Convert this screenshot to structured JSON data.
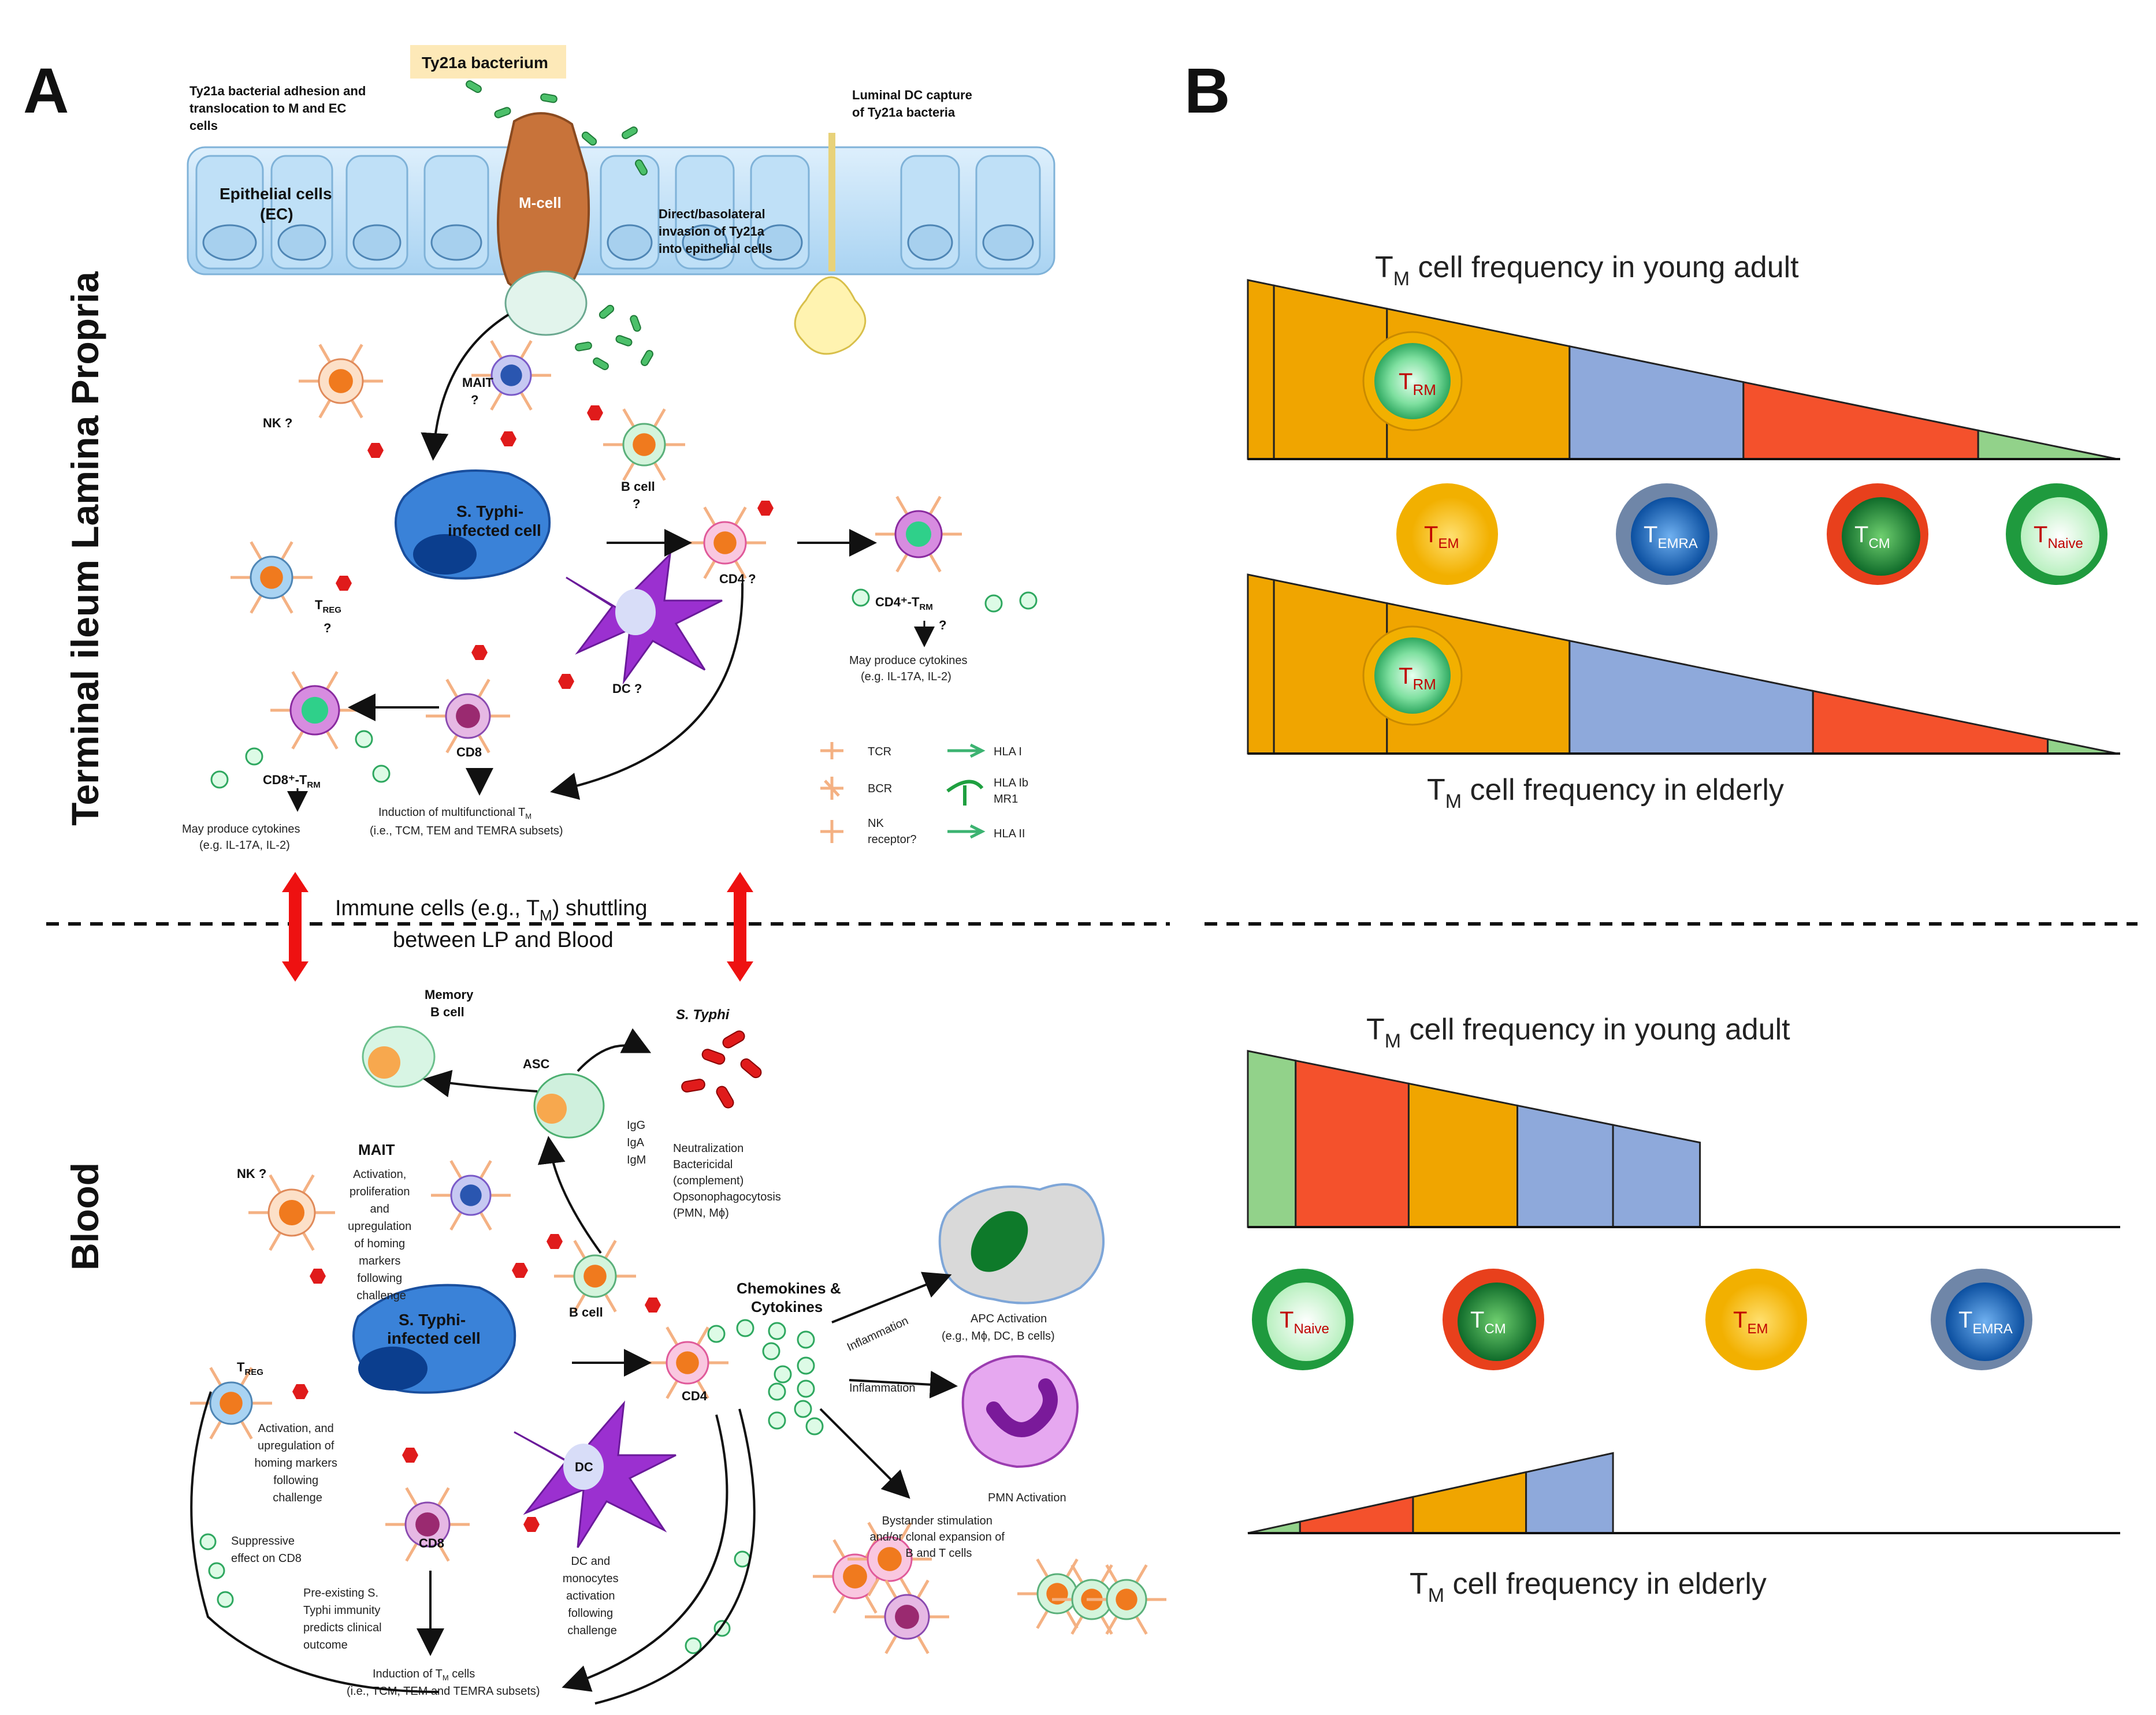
{
  "panel_a": {
    "letter": "A",
    "side_label_top": "Terminal ileum Lamina Propria",
    "side_label_bottom": "Blood",
    "bacterium_box": "Ty21a bacterium",
    "adhesion_line1": "Ty21a bacterial adhesion and",
    "adhesion_line2": "translocation to M and EC",
    "adhesion_line3": "cells",
    "luminal_line1": "Luminal DC capture",
    "luminal_line2": "of Ty21a bacteria",
    "epithelial_line1": "Epithelial cells",
    "epithelial_line2": "(EC)",
    "mcell": "M-cell",
    "invasion_line1": "Direct/basolateral",
    "invasion_line2": "invasion of Ty21a",
    "invasion_line3": "into epithelial cells",
    "lp": {
      "nk": "NK ?",
      "mait_line1": "MAIT",
      "mait_line2": "?",
      "bcell_line1": "B cell",
      "bcell_line2": "?",
      "infected_line1": "S. Typhi-",
      "infected_line2": "infected cell",
      "treg": "T",
      "treg_sub": "REG",
      "treg_q": "?",
      "cd4": "CD4 ?",
      "cd8": "CD8",
      "dc": "DC ?",
      "cd4trm": "CD4⁺-T",
      "cd4trm_sub": "RM",
      "cd8trm": "CD8⁺-T",
      "cd8trm_sub": "RM",
      "may_produce": "May produce cytokines",
      "may_produce_eg": "(e.g. IL-17A, IL-2)",
      "may_produce_r": "May produce cytokines",
      "may_produce_eg_r": "(e.g. IL-17A, IL-2)",
      "induction_line1": "Induction of multifunctional T",
      "induction_sub": "M",
      "induction_line2": "(i.e., TCM, TEM and TEMRA subsets)"
    },
    "legend": {
      "tcr": "TCR",
      "bcr": "BCR",
      "nk_line1": "NK",
      "nk_line2": "receptor?",
      "hla1": "HLA I",
      "hla1b_line1": "HLA Ib",
      "hla1b_line2": "MR1",
      "hla2": "HLA II"
    },
    "shuttle_line1": "Immune cells (e.g., T",
    "shuttle_sub": "M",
    "shuttle_line1_end": ") shuttling",
    "shuttle_line2": "between LP and Blood",
    "blood": {
      "memory_line1": "Memory",
      "memory_line2": "B cell",
      "asc": "ASC",
      "styphi": "S. Typhi",
      "igg": "IgG",
      "iga": "IgA",
      "igm": "IgM",
      "neut_lines": [
        "Neutralization",
        "Bactericidal",
        "(complement)",
        "Opsonophagocytosis",
        "(PMN, Mϕ)"
      ],
      "nk": "NK  ?",
      "mait": "MAIT",
      "mait_desc": [
        "Activation,",
        "proliferation",
        "and",
        "upregulation",
        "of homing",
        "markers",
        "following",
        "challenge"
      ],
      "bcell": "B cell",
      "infected_line1": "S. Typhi-",
      "infected_line2": "infected cell",
      "treg": "T",
      "treg_sub": "REG",
      "treg_desc": [
        "Activation, and",
        "upregulation of",
        "homing markers",
        "following",
        "challenge"
      ],
      "cd4": "CD4",
      "cd8": "CD8",
      "dc": "DC",
      "dc_desc": [
        "DC and",
        "monocytes",
        "activation",
        "following",
        "challenge"
      ],
      "suppressive": [
        "Suppressive",
        "effect on CD8"
      ],
      "preexisting": [
        "Pre-existing S.",
        "Typhi immunity",
        "predicts clinical",
        "outcome"
      ],
      "chemokines_line1": "Chemokines &",
      "chemokines_line2": "Cytokines",
      "inflammation1": "Inflammation",
      "inflammation2": "Inflammation",
      "apc_line1": "APC Activation",
      "apc_line2": "(e.g., Mϕ, DC, B cells)",
      "pmn": "PMN Activation",
      "bystander": [
        "Bystander stimulation",
        "and/or clonal expansion of",
        "B and T cells"
      ],
      "induction_line1": "Induction of T",
      "induction_sub": "M",
      "induction_line1_end": " cells",
      "induction_line2": "(i.e., TCM, TEM and TEMRA subsets)"
    }
  },
  "panel_b": {
    "letter": "B",
    "lp_young_title": "T",
    "lp_young_sub": "M",
    "lp_young_rest": " cell frequency in young adult",
    "lp_elderly_title": "T",
    "lp_elderly_sub": "M",
    "lp_elderly_rest": " cell frequency in elderly",
    "blood_young_title": "T",
    "blood_young_sub": "M",
    "blood_young_rest": " cell frequency in young adult",
    "blood_elderly_title": "T",
    "blood_elderly_sub": "M",
    "blood_elderly_rest": " cell frequency in elderly",
    "cells": {
      "trm": "T",
      "trm_sub": "RM",
      "tem": "T",
      "tem_sub": "EM",
      "temra": "T",
      "temra_sub": "EMRA",
      "tcm": "T",
      "tcm_sub": "CM",
      "tnaive": "T",
      "tnaive_sub": "Naive"
    },
    "colors": {
      "trm_tem": "#F0A500",
      "temra": "#8EA9DB",
      "tcm": "#F4512C",
      "naive": "#92D28A"
    }
  }
}
